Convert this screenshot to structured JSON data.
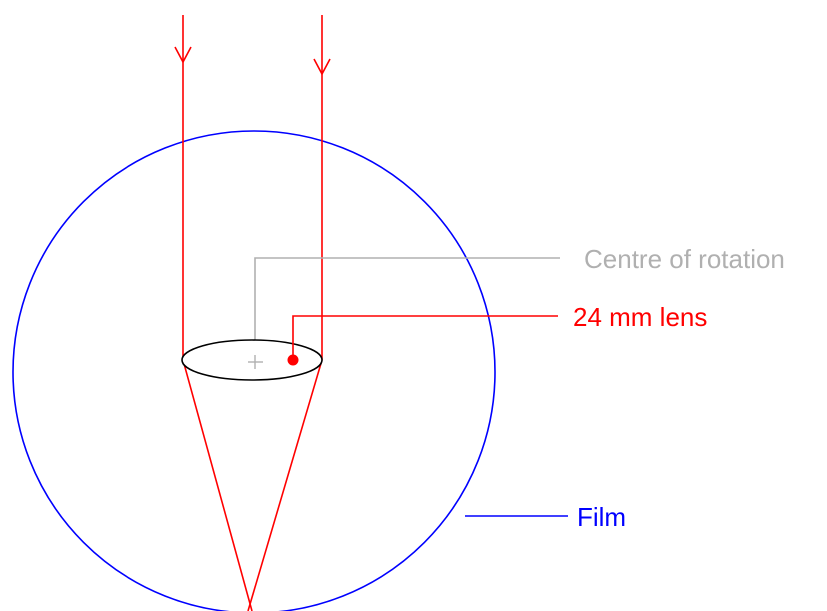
{
  "labels": {
    "centre_of_rotation": "Centre of rotation",
    "lens": "24 mm lens",
    "film": "Film"
  },
  "colors": {
    "ray": "#ff0000",
    "film_circle": "#0000ff",
    "lens_outline": "#000000",
    "centre_marker": "#b0b0b0",
    "centre_label": "#b0b0b0",
    "lens_label": "#ff0000",
    "film_label": "#0000ff",
    "background": "#ffffff"
  }
}
